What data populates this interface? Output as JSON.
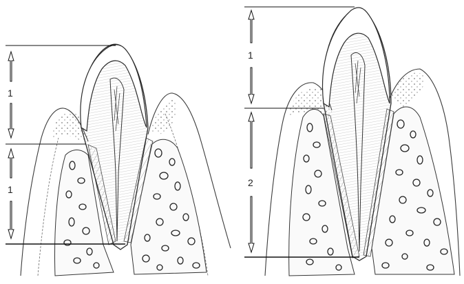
{
  "figure": {
    "background": "#ffffff",
    "line_color": "#2a2a2a",
    "left_panel": {
      "labels": [
        "1",
        "1"
      ]
    },
    "right_panel": {
      "labels": [
        "1",
        "2"
      ]
    }
  }
}
